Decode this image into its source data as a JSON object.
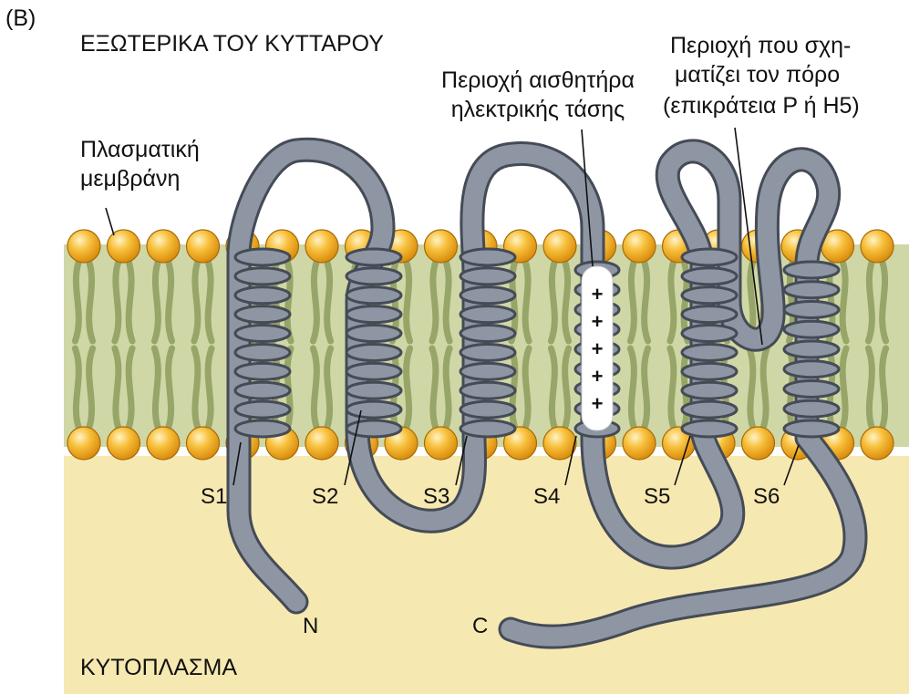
{
  "panel_label": "(B)",
  "regions": {
    "extracellular": "ΕΞΩΤΕΡΙΚΑ ΤΟΥ ΚΥΤΤΑΡΟΥ",
    "cytoplasm": "ΚΥΤΟΠΛΑΣΜΑ"
  },
  "labels": {
    "membrane": [
      "Πλασματική",
      "μεμβράνη"
    ],
    "voltage_sensor": [
      "Περιοχή αισθητήρα",
      "ηλεκτρικής τάσης"
    ],
    "pore": [
      "Περιοχή που σχη-",
      "ματίζει τον πόρο",
      "(επικράτεια P ή H5)"
    ]
  },
  "segments": [
    "S1",
    "S2",
    "S3",
    "S4",
    "S5",
    "S6"
  ],
  "termini": {
    "n": "N",
    "c": "C"
  },
  "charges": [
    "+",
    "+",
    "+",
    "+",
    "+"
  ],
  "colors": {
    "extracellular": "#ffffff",
    "cytoplasm": "#f6e8b1",
    "lipid_core": "#cfd7a6",
    "lipid_tail": "#97a568",
    "lipid_head": "#f0ac1e",
    "protein": "#8e96a3",
    "protein_edge": "#454b56",
    "sensor_highlight": "#ffffff"
  }
}
